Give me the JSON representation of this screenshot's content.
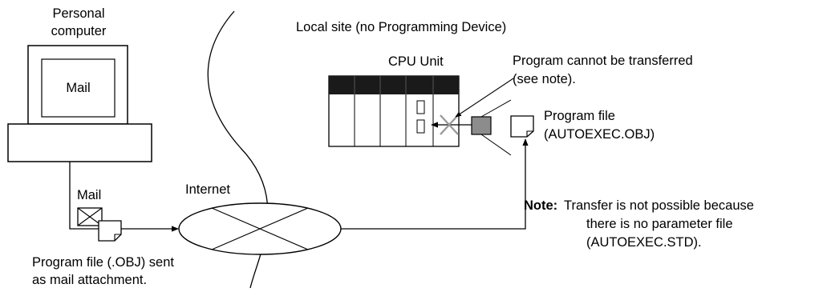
{
  "pc": {
    "label_line1": "Personal",
    "label_line2": "computer",
    "screen_text": "Mail"
  },
  "local_site": {
    "title": "Local site (no Programming Device)"
  },
  "cpu_unit": {
    "label": "CPU Unit"
  },
  "callout": {
    "line1": "Program cannot be transferred",
    "line2": "(see note)."
  },
  "program_file": {
    "line1": "Program file",
    "line2": "(AUTOEXEC.OBJ)"
  },
  "mail": {
    "label": "Mail"
  },
  "internet": {
    "label": "Internet"
  },
  "caption": {
    "line1": "Program file (.OBJ) sent",
    "line2": "as mail attachment."
  },
  "note": {
    "prefix": "Note:",
    "line1": "Transfer is not possible because",
    "line2": "there is no parameter file",
    "line3": "(AUTOEXEC.STD)."
  },
  "colors": {
    "rack_header": "#1a1a1a",
    "connector": "#8c8c8c",
    "cross": "#9a9a9a",
    "line": "#000000"
  }
}
